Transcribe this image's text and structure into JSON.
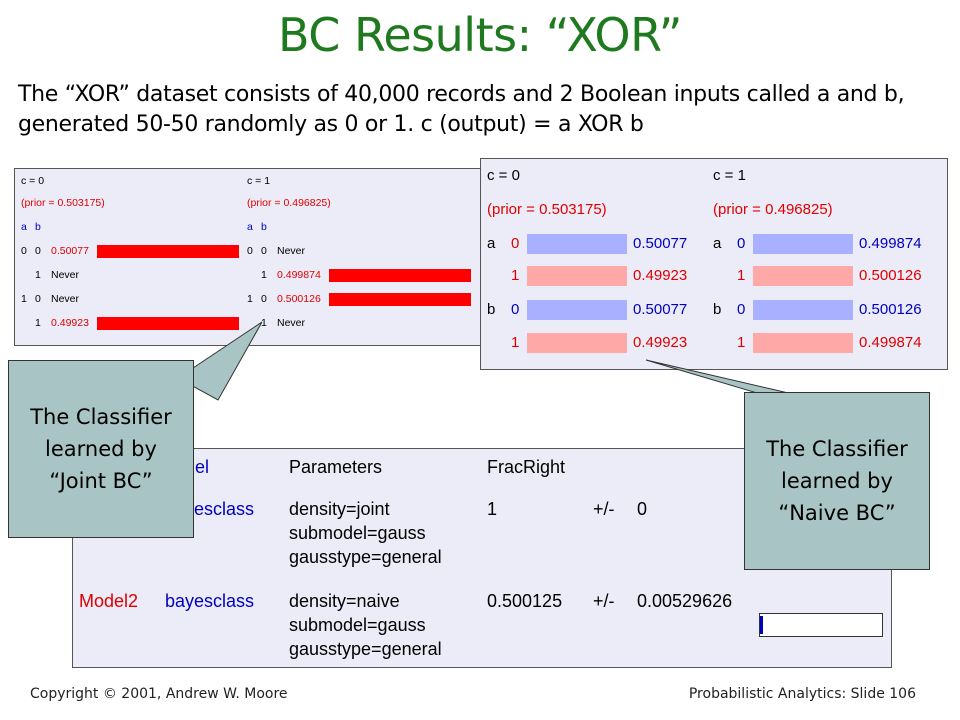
{
  "title": "BC Results: “XOR”",
  "intro": "The “XOR” dataset consists of 40,000 records and 2 Boolean inputs called a and b, generated 50-50 randomly as 0 or 1. c (output) = a XOR b",
  "joint_panel": {
    "c0": {
      "class_label": "c = 0",
      "prior": "(prior = 0.503175)",
      "header_a": "a",
      "header_b": "b",
      "rows": [
        {
          "a": "0",
          "b": "0",
          "value": "0.50077",
          "fraction": 0.50077
        },
        {
          "a": "",
          "b": "1",
          "value": "Never",
          "fraction": 0
        },
        {
          "a": "1",
          "b": "0",
          "value": "Never",
          "fraction": 0
        },
        {
          "a": "",
          "b": "1",
          "value": "0.49923",
          "fraction": 0.49923
        }
      ]
    },
    "c1": {
      "class_label": "c = 1",
      "prior": "(prior = 0.496825)",
      "header_a": "a",
      "header_b": "b",
      "rows": [
        {
          "a": "0",
          "b": "0",
          "value": "Never",
          "fraction": 0
        },
        {
          "a": "",
          "b": "1",
          "value": "0.499874",
          "fraction": 0.499874
        },
        {
          "a": "1",
          "b": "0",
          "value": "0.500126",
          "fraction": 0.500126
        },
        {
          "a": "",
          "b": "1",
          "value": "Never",
          "fraction": 0
        }
      ]
    }
  },
  "naive_panel": {
    "c0": {
      "class_label": "c = 0",
      "prior": "(prior = 0.503175)",
      "rows": [
        {
          "var": "a",
          "val": "0",
          "value": "0.50077",
          "color": "blue"
        },
        {
          "var": "",
          "val": "1",
          "value": "0.49923",
          "color": "pink"
        },
        {
          "var": "b",
          "val": "0",
          "value": "0.50077",
          "color": "blue"
        },
        {
          "var": "",
          "val": "1",
          "value": "0.49923",
          "color": "pink"
        }
      ]
    },
    "c1": {
      "class_label": "c = 1",
      "prior": "(prior = 0.496825)",
      "rows": [
        {
          "var": "a",
          "val": "0",
          "value": "0.499874",
          "color": "blue"
        },
        {
          "var": "",
          "val": "1",
          "value": "0.500126",
          "color": "pink"
        },
        {
          "var": "b",
          "val": "0",
          "value": "0.500126",
          "color": "blue"
        },
        {
          "var": "",
          "val": "1",
          "value": "0.499874",
          "color": "pink"
        }
      ]
    }
  },
  "results": {
    "header_model_fragment": "del",
    "header_parameters": "Parameters",
    "header_fracright": "FracRight",
    "row1": {
      "model_type_fragment": "yesclass",
      "params": [
        "density=joint",
        "submodel=gauss",
        "gausstype=general"
      ],
      "frac": "1",
      "pm": "+/-",
      "err": "0"
    },
    "row2": {
      "model": "Model2",
      "model_type": "bayesclass",
      "params": [
        "density=naive",
        "submodel=gauss",
        "gausstype=general"
      ],
      "frac": "0.500125",
      "pm": "+/-",
      "err": "0.00529626"
    }
  },
  "callouts": {
    "joint": "The Classifier learned by “Joint BC”",
    "naive": "The Classifier learned by “Naive BC”"
  },
  "footer": {
    "left": "Copyright © 2001, Andrew W. Moore",
    "right": "Probabilistic Analytics: Slide 106"
  },
  "colors": {
    "title": "#1f7a1f",
    "panel_bg": "#ececf8",
    "red_text": "#e00000",
    "blue_text": "#0000c0",
    "joint_bar": "#ff0000",
    "naive_bar_blue": "#a8b0ff",
    "naive_bar_pink": "#ffa8a8",
    "callout_bg": "#a9c4c4"
  }
}
